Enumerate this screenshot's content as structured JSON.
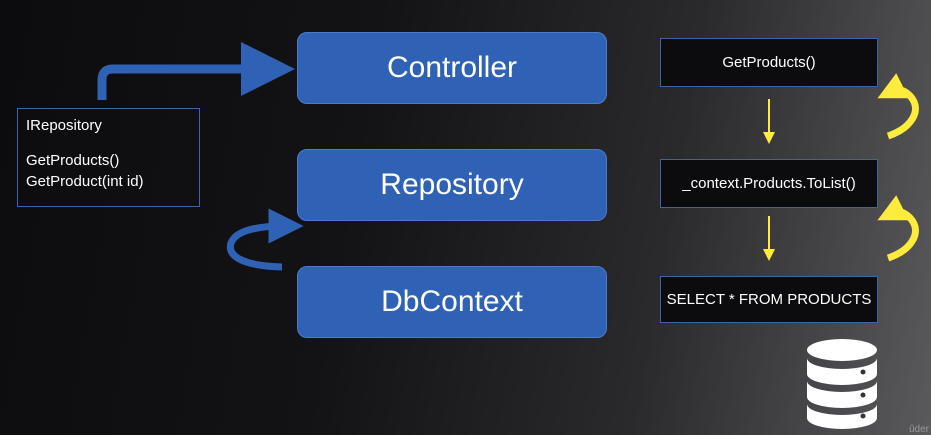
{
  "layers": {
    "controller": "Controller",
    "repository": "Repository",
    "dbcontext": "DbContext"
  },
  "interface_box": {
    "name": "IRepository",
    "method_1": "GetProducts()",
    "method_2": "GetProduct(int id)"
  },
  "call_chain": {
    "step_1": "GetProducts()",
    "step_2": "_context.Products.ToList()",
    "step_3": "SELECT * FROM PRODUCTS"
  },
  "icons": [
    "database-icon",
    "arrow-right-icon",
    "arrow-down-icon",
    "return-arrow-icon"
  ],
  "colors": {
    "layer_fill": "#2f62b5",
    "arrow_blue": "#2f62b5",
    "arrow_yellow": "#ffeb3b",
    "box_border": "#3c64a6"
  },
  "watermark": "ûder"
}
